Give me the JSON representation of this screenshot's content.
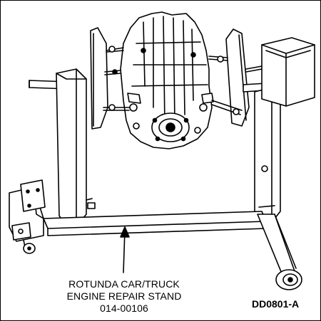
{
  "callout": {
    "line1": "ROTUNDA CAR/TRUCK",
    "line2": "ENGINE REPAIR STAND",
    "line3": "014-00106"
  },
  "figure_id": "DD0801-A",
  "colors": {
    "ink": "#000000",
    "paper": "#ffffff"
  }
}
